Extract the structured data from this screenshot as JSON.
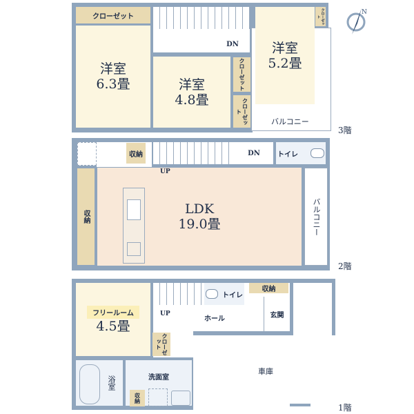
{
  "floor3": {
    "label": "3階",
    "closet": "クローゼット",
    "room1": {
      "name": "洋室",
      "size": "6.3畳"
    },
    "room2": {
      "name": "洋室",
      "size": "4.8畳"
    },
    "room3": {
      "name": "洋室",
      "size": "5.2畳"
    },
    "closet_small": "クローゼット",
    "closet_a": "クローゼット",
    "closet_b": "クローゼット",
    "stairs": "DN",
    "balcony": "バルコニー"
  },
  "floor2": {
    "label": "2階",
    "ldk": {
      "name": "LDK",
      "size": "19.0畳"
    },
    "storage_left": "収納",
    "storage_top": "収納",
    "stairs_dn": "DN",
    "stairs_up": "UP",
    "toilet": "トイレ",
    "balcony": "バルコニー"
  },
  "floor1": {
    "label": "1階",
    "free_room": {
      "name": "フリールーム",
      "size": "4.5畳"
    },
    "stairs_up": "UP",
    "toilet": "トイレ",
    "storage": "収納",
    "hall": "ホール",
    "entrance": "玄関",
    "closet": "クローゼット",
    "bath": "浴室",
    "washroom": "洗面室",
    "storage_small": "収納",
    "garage": "車庫"
  },
  "colors": {
    "wall": "#8fa5bd",
    "room": "#fcf6e0",
    "closet": "#e9dab2",
    "ldk": "#f9e8d8",
    "wet": "#edf2f8"
  },
  "compass": "north-arrow-icon"
}
